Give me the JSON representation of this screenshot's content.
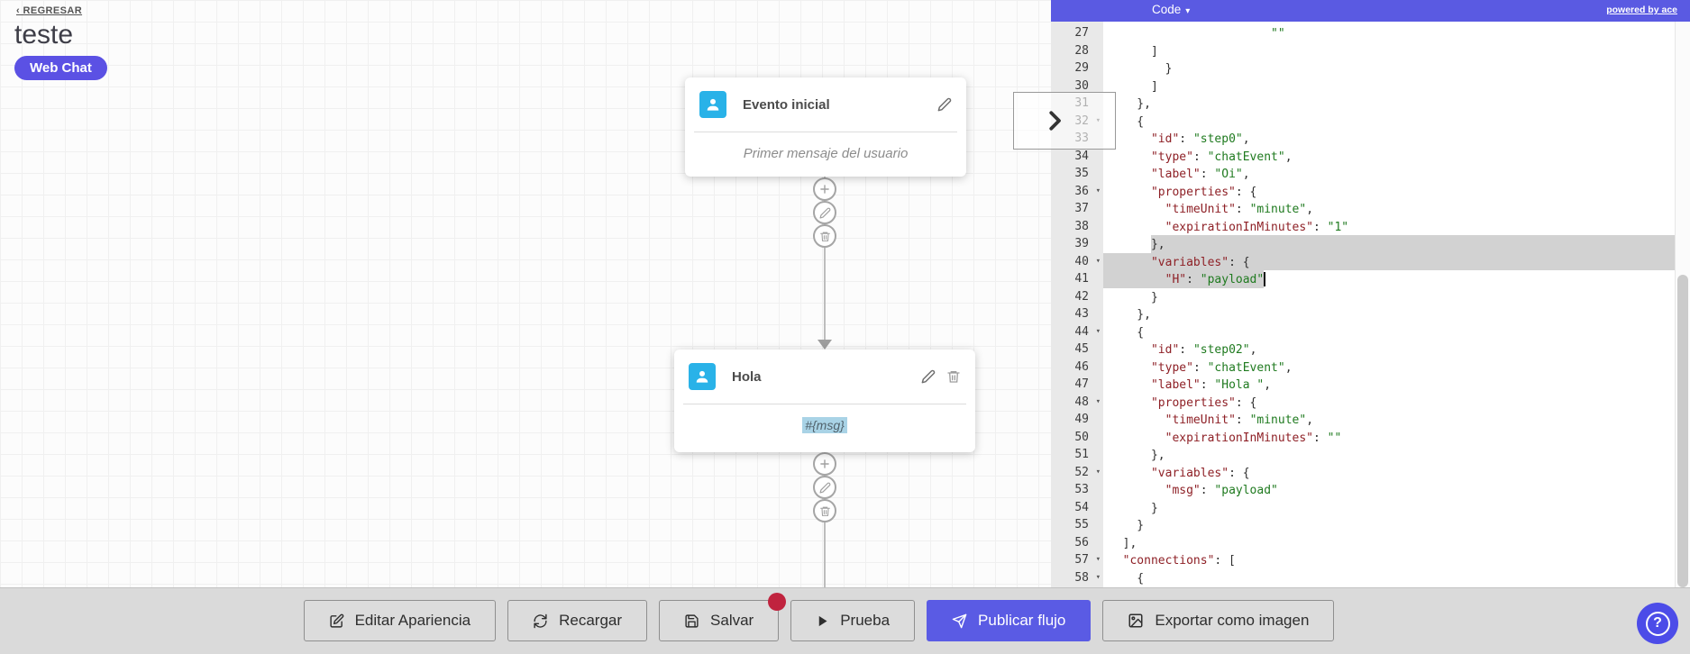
{
  "page": {
    "back_label": "‹ REGRESAR",
    "title": "teste",
    "channel_badge": "Web Chat"
  },
  "theme": {
    "accent_purple": "#5a5be4",
    "node_icon_blue": "#29b2e8",
    "selection_gray": "#d2d2d2",
    "code_key_color": "#8e2026",
    "code_string_color": "#1f7a1f",
    "unsaved_dot_red": "#c0233e"
  },
  "nodes": [
    {
      "title": "Evento inicial",
      "body": "Primer mensaje del usuario"
    },
    {
      "title": "Hola",
      "body": "#{msg}"
    }
  ],
  "code": {
    "mode_label": "Code",
    "caret": "▾",
    "powered_by": "powered by ace",
    "lines": [
      {
        "n": 27,
        "t": "                       \"\""
      },
      {
        "n": 28,
        "t": "      ]"
      },
      {
        "n": 29,
        "t": "        }"
      },
      {
        "n": 30,
        "t": "      ]"
      },
      {
        "n": 31,
        "t": "    },"
      },
      {
        "n": 32,
        "t": "    {",
        "fold": true
      },
      {
        "n": 33,
        "t": "      \"id\": \"step0\","
      },
      {
        "n": 34,
        "t": "      \"type\": \"chatEvent\","
      },
      {
        "n": 35,
        "t": "      \"label\": \"Oi\","
      },
      {
        "n": 36,
        "t": "      \"properties\": {",
        "fold": true
      },
      {
        "n": 37,
        "t": "        \"timeUnit\": \"minute\","
      },
      {
        "n": 38,
        "t": "        \"expirationInMinutes\": \"1\""
      },
      {
        "n": 39,
        "t": "      },",
        "sel": {
          "from": 6,
          "to": null
        }
      },
      {
        "n": 40,
        "t": "      \"variables\": {",
        "fold": true,
        "sel": {
          "from": -1,
          "to": null
        }
      },
      {
        "n": 41,
        "t": "        \"H\": \"payload\"",
        "sel": {
          "from": -1,
          "to": 22
        },
        "cur": 22
      },
      {
        "n": 42,
        "t": "      }"
      },
      {
        "n": 43,
        "t": "    },"
      },
      {
        "n": 44,
        "t": "    {",
        "fold": true
      },
      {
        "n": 45,
        "t": "      \"id\": \"step02\","
      },
      {
        "n": 46,
        "t": "      \"type\": \"chatEvent\","
      },
      {
        "n": 47,
        "t": "      \"label\": \"Hola \","
      },
      {
        "n": 48,
        "t": "      \"properties\": {",
        "fold": true
      },
      {
        "n": 49,
        "t": "        \"timeUnit\": \"minute\","
      },
      {
        "n": 50,
        "t": "        \"expirationInMinutes\": \"\""
      },
      {
        "n": 51,
        "t": "      },"
      },
      {
        "n": 52,
        "t": "      \"variables\": {",
        "fold": true
      },
      {
        "n": 53,
        "t": "        \"msg\": \"payload\""
      },
      {
        "n": 54,
        "t": "      }"
      },
      {
        "n": 55,
        "t": "    }"
      },
      {
        "n": 56,
        "t": "  ],"
      },
      {
        "n": 57,
        "t": "  \"connections\": [",
        "fold": true
      },
      {
        "n": 58,
        "t": "    {",
        "fold": true
      }
    ]
  },
  "toolbar": {
    "buttons": [
      {
        "name": "edit-appearance-button",
        "label": "Editar Apariencia",
        "icon": "edit-square"
      },
      {
        "name": "reload-button",
        "label": "Recargar",
        "icon": "refresh"
      },
      {
        "name": "save-button",
        "label": "Salvar",
        "icon": "save",
        "badge": true
      },
      {
        "name": "test-button",
        "label": "Prueba",
        "icon": "play"
      },
      {
        "name": "publish-flow-button",
        "label": "Publicar flujo",
        "icon": "rocket",
        "primary": true
      },
      {
        "name": "export-image-button",
        "label": "Exportar como imagen",
        "icon": "image"
      }
    ]
  },
  "help": {
    "label": "?"
  }
}
